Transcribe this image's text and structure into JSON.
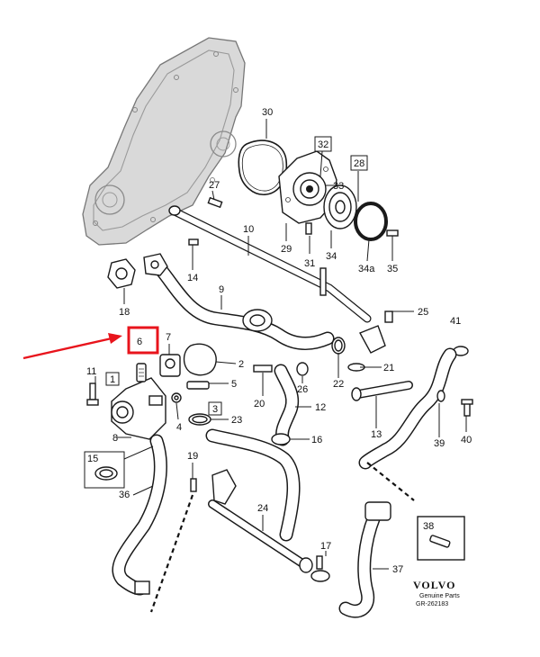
{
  "diagram": {
    "callouts": [
      {
        "id": "c30",
        "text": "30"
      },
      {
        "id": "c32",
        "text": "32"
      },
      {
        "id": "c28",
        "text": "28"
      },
      {
        "id": "c27",
        "text": "27"
      },
      {
        "id": "c33",
        "text": "33"
      },
      {
        "id": "c10",
        "text": "10"
      },
      {
        "id": "c29",
        "text": "29"
      },
      {
        "id": "c34",
        "text": "34"
      },
      {
        "id": "c31",
        "text": "31"
      },
      {
        "id": "c34a",
        "text": "34a"
      },
      {
        "id": "c35",
        "text": "35"
      },
      {
        "id": "c14",
        "text": "14"
      },
      {
        "id": "c18",
        "text": "18"
      },
      {
        "id": "c9",
        "text": "9"
      },
      {
        "id": "c25",
        "text": "25"
      },
      {
        "id": "c41",
        "text": "41"
      },
      {
        "id": "c6",
        "text": "6"
      },
      {
        "id": "c7",
        "text": "7"
      },
      {
        "id": "c2",
        "text": "2"
      },
      {
        "id": "c21",
        "text": "21"
      },
      {
        "id": "c11",
        "text": "11"
      },
      {
        "id": "c1",
        "text": "1"
      },
      {
        "id": "c5",
        "text": "5"
      },
      {
        "id": "c26",
        "text": "26"
      },
      {
        "id": "c22",
        "text": "22"
      },
      {
        "id": "c20",
        "text": "20"
      },
      {
        "id": "c12",
        "text": "12"
      },
      {
        "id": "c3",
        "text": "3"
      },
      {
        "id": "c13",
        "text": "13"
      },
      {
        "id": "c4",
        "text": "4"
      },
      {
        "id": "c23",
        "text": "23"
      },
      {
        "id": "c8",
        "text": "8"
      },
      {
        "id": "c16",
        "text": "16"
      },
      {
        "id": "c39",
        "text": "39"
      },
      {
        "id": "c40",
        "text": "40"
      },
      {
        "id": "c15",
        "text": "15"
      },
      {
        "id": "c19",
        "text": "19"
      },
      {
        "id": "c36",
        "text": "36"
      },
      {
        "id": "c38",
        "text": "38"
      },
      {
        "id": "c24",
        "text": "24"
      },
      {
        "id": "c17",
        "text": "17"
      },
      {
        "id": "c37",
        "text": "37"
      }
    ],
    "branding": {
      "logo": "VOLVO",
      "subtitle": "Genuine Parts",
      "reference": "GR-262183"
    },
    "highlight": {
      "target": "6",
      "color": "#e8141c"
    },
    "arrow_color": "#e8141c"
  }
}
